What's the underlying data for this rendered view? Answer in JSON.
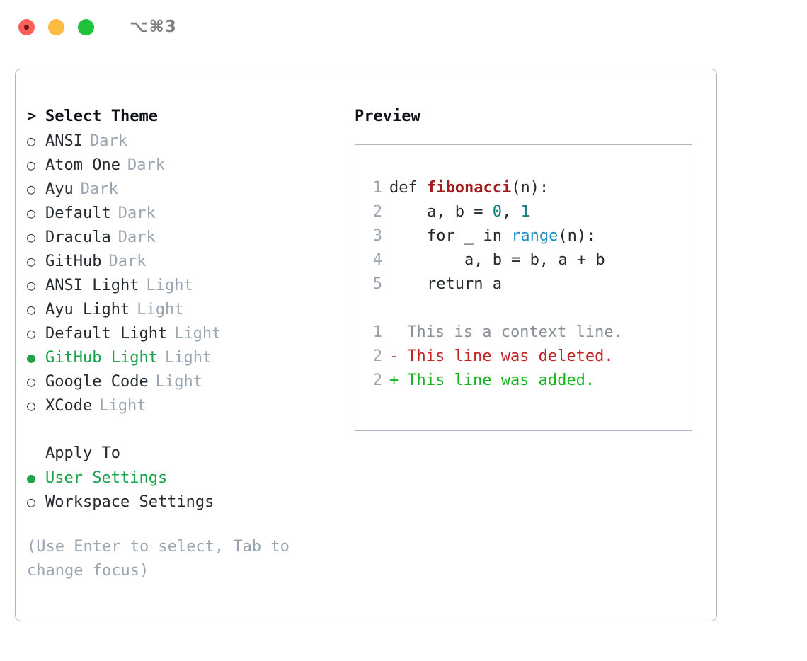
{
  "titlebar": {
    "shortcut": "⌥⌘3",
    "buttons": [
      "close",
      "minimize",
      "maximize"
    ]
  },
  "colors": {
    "accent_green": "#16a34a",
    "bullet_green": "#22a045",
    "muted": "#9aa5b1",
    "border": "#aeb6c4",
    "function_red": "#a31c1c",
    "builtin_blue": "#1f8fc4",
    "number_teal": "#0d7d7d",
    "diff_delete": "#c52222",
    "diff_add": "#16b41e"
  },
  "theme_list": {
    "heading": "Select Theme",
    "heading_prefix": ">",
    "bullet_empty": "○",
    "bullet_filled": "●",
    "items": [
      {
        "name": "ANSI",
        "kind": "Dark",
        "selected": false
      },
      {
        "name": "Atom One",
        "kind": "Dark",
        "selected": false
      },
      {
        "name": "Ayu",
        "kind": "Dark",
        "selected": false
      },
      {
        "name": "Default",
        "kind": "Dark",
        "selected": false
      },
      {
        "name": "Dracula",
        "kind": "Dark",
        "selected": false
      },
      {
        "name": "GitHub",
        "kind": "Dark",
        "selected": false
      },
      {
        "name": "ANSI Light",
        "kind": "Light",
        "selected": false
      },
      {
        "name": "Ayu Light",
        "kind": "Light",
        "selected": false
      },
      {
        "name": "Default Light",
        "kind": "Light",
        "selected": false
      },
      {
        "name": "GitHub Light",
        "kind": "Light",
        "selected": true
      },
      {
        "name": "Google Code",
        "kind": "Light",
        "selected": false
      },
      {
        "name": "XCode",
        "kind": "Light",
        "selected": false
      }
    ]
  },
  "apply_to": {
    "heading": "Apply To",
    "items": [
      {
        "name": "User Settings",
        "selected": true
      },
      {
        "name": "Workspace Settings",
        "selected": false
      }
    ]
  },
  "hint": "(Use Enter to select, Tab to change focus)",
  "preview": {
    "title": "Preview",
    "code": [
      {
        "num": "1",
        "tokens": [
          {
            "t": "def ",
            "c": "kw"
          },
          {
            "t": "fibonacci",
            "c": "fn"
          },
          {
            "t": "(n):",
            "c": "punct"
          }
        ]
      },
      {
        "num": "2",
        "tokens": [
          {
            "t": "    a, b = ",
            "c": "kw"
          },
          {
            "t": "0",
            "c": "num"
          },
          {
            "t": ", ",
            "c": "punct"
          },
          {
            "t": "1",
            "c": "num"
          }
        ]
      },
      {
        "num": "3",
        "tokens": [
          {
            "t": "    for _ in ",
            "c": "kw"
          },
          {
            "t": "range",
            "c": "bi"
          },
          {
            "t": "(n):",
            "c": "punct"
          }
        ]
      },
      {
        "num": "4",
        "tokens": [
          {
            "t": "        a, b = b, a + b",
            "c": "kw"
          }
        ]
      },
      {
        "num": "5",
        "tokens": [
          {
            "t": "    return a",
            "c": "kw"
          }
        ]
      }
    ],
    "diff": [
      {
        "num": "1",
        "marker": " ",
        "text": "This is a context line.",
        "kind": "context"
      },
      {
        "num": "2",
        "marker": "-",
        "text": "This line was deleted.",
        "kind": "delete"
      },
      {
        "num": "2",
        "marker": "+",
        "text": "This line was added.",
        "kind": "add"
      }
    ]
  }
}
